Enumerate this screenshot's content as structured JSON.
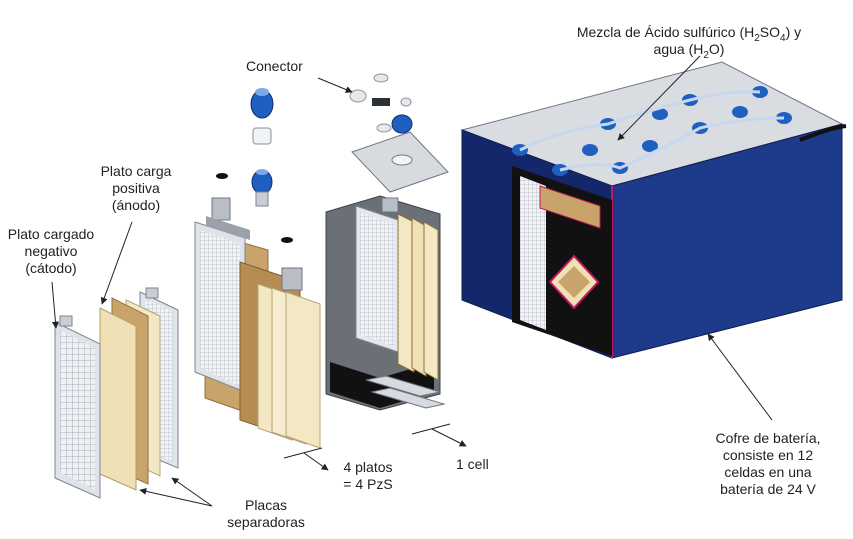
{
  "labels": {
    "acid_line1_a": "Mezcla de Ácido sulfúrico (H",
    "acid_sub1": "2",
    "acid_line1_b": "SO",
    "acid_sub2": "4",
    "acid_line1_c": ") y",
    "acid_line2_a": "agua (H",
    "acid_sub3": "2",
    "acid_line2_b": "O)",
    "connector": "Conector",
    "positive_plate": [
      "Plato carga",
      "positiva",
      "(ánodo)"
    ],
    "negative_plate": [
      "Plato cargado",
      "negativo",
      "(cátodo)"
    ],
    "separators": [
      "Placas",
      "separadoras"
    ],
    "four_plates": [
      "4 platos",
      "= 4 PzS"
    ],
    "one_cell": "1 cell",
    "battery_case": [
      "Cofre de batería,",
      "consiste en 12",
      "celdas en una",
      "batería de 24 V"
    ]
  },
  "colors": {
    "case_blue": "#1e3a8a",
    "case_blue_dark": "#13276a",
    "case_edge": "#c2185b",
    "cap_blue": "#1f5fbf",
    "plate_tan": "#c9a46a",
    "plate_cream": "#f3e7c4",
    "grid_gray": "#d9dde3",
    "container_gray": "#6b6f76",
    "dark": "#111111"
  }
}
